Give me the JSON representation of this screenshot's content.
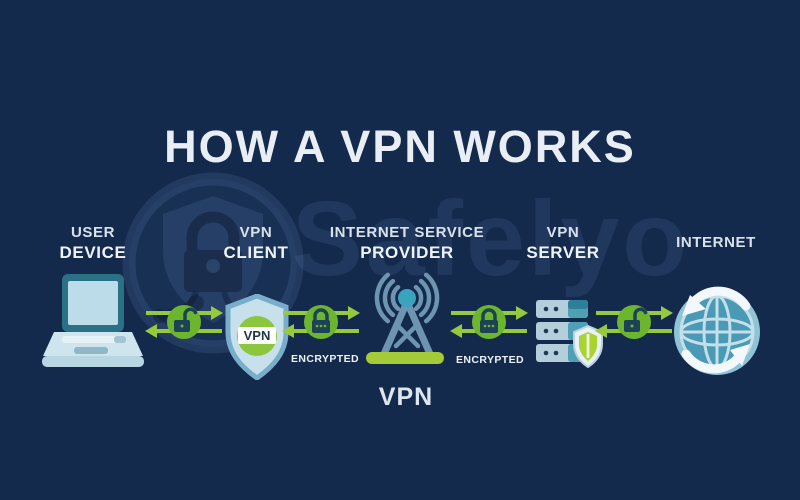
{
  "title": "HOW A VPN WORKS",
  "watermark": {
    "brand": "Safelyo"
  },
  "nodes": [
    {
      "line1": "USER",
      "line2": "DEVICE",
      "icon": "laptop-icon"
    },
    {
      "line1": "VPN",
      "line2": "CLIENT",
      "icon": "vpn-client-shield-icon",
      "badge": "VPN"
    },
    {
      "line1": "INTERNET SERVICE",
      "line2": "PROVIDER",
      "icon": "antenna-tower-icon",
      "caption": "VPN"
    },
    {
      "line1": "VPN",
      "line2": "SERVER",
      "icon": "server-stack-icon"
    },
    {
      "line1": "INTERNET",
      "icon": "globe-icon"
    }
  ],
  "connectors": [
    {
      "lock": "unlocked",
      "label": ""
    },
    {
      "lock": "locked",
      "label": "ENCRYPTED"
    },
    {
      "lock": "locked",
      "label": "ENCRYPTED"
    },
    {
      "lock": "unlocked",
      "label": ""
    }
  ],
  "colors": {
    "background": "#142a4d",
    "title_text": "#e9eef4",
    "arrow_green": "#97c93e",
    "lock_circle_green": "#6cb52f",
    "lock_glyph": "#1d4258",
    "shield_green": "#8cc63f",
    "tower_base_green": "#a3cb37",
    "tower_blue": "#6e95b0",
    "teal": "#3aa4bf",
    "laptop_frame": "#2a7186",
    "globe_body": "#4a9ab5"
  }
}
